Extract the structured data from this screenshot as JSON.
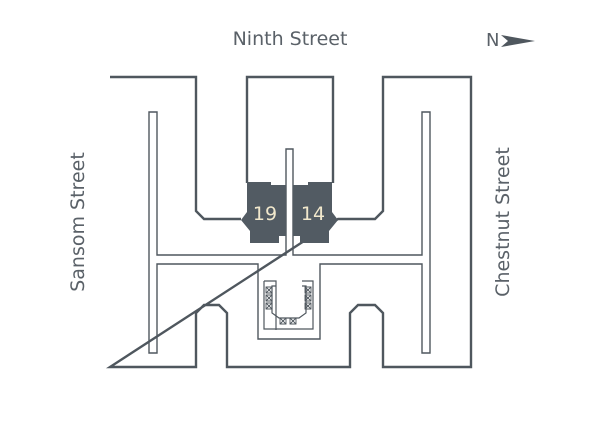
{
  "streets": {
    "north_side": "Ninth Street",
    "left_side": "Sansom Street",
    "right_side": "Chestnut Street"
  },
  "compass": {
    "label": "N",
    "icon": "north-arrow-icon"
  },
  "units": [
    {
      "number": "19"
    },
    {
      "number": "14"
    }
  ],
  "colors": {
    "outline": "#4f575e",
    "unit_fill": "#525b63",
    "unit_text": "#f1e8cc"
  }
}
